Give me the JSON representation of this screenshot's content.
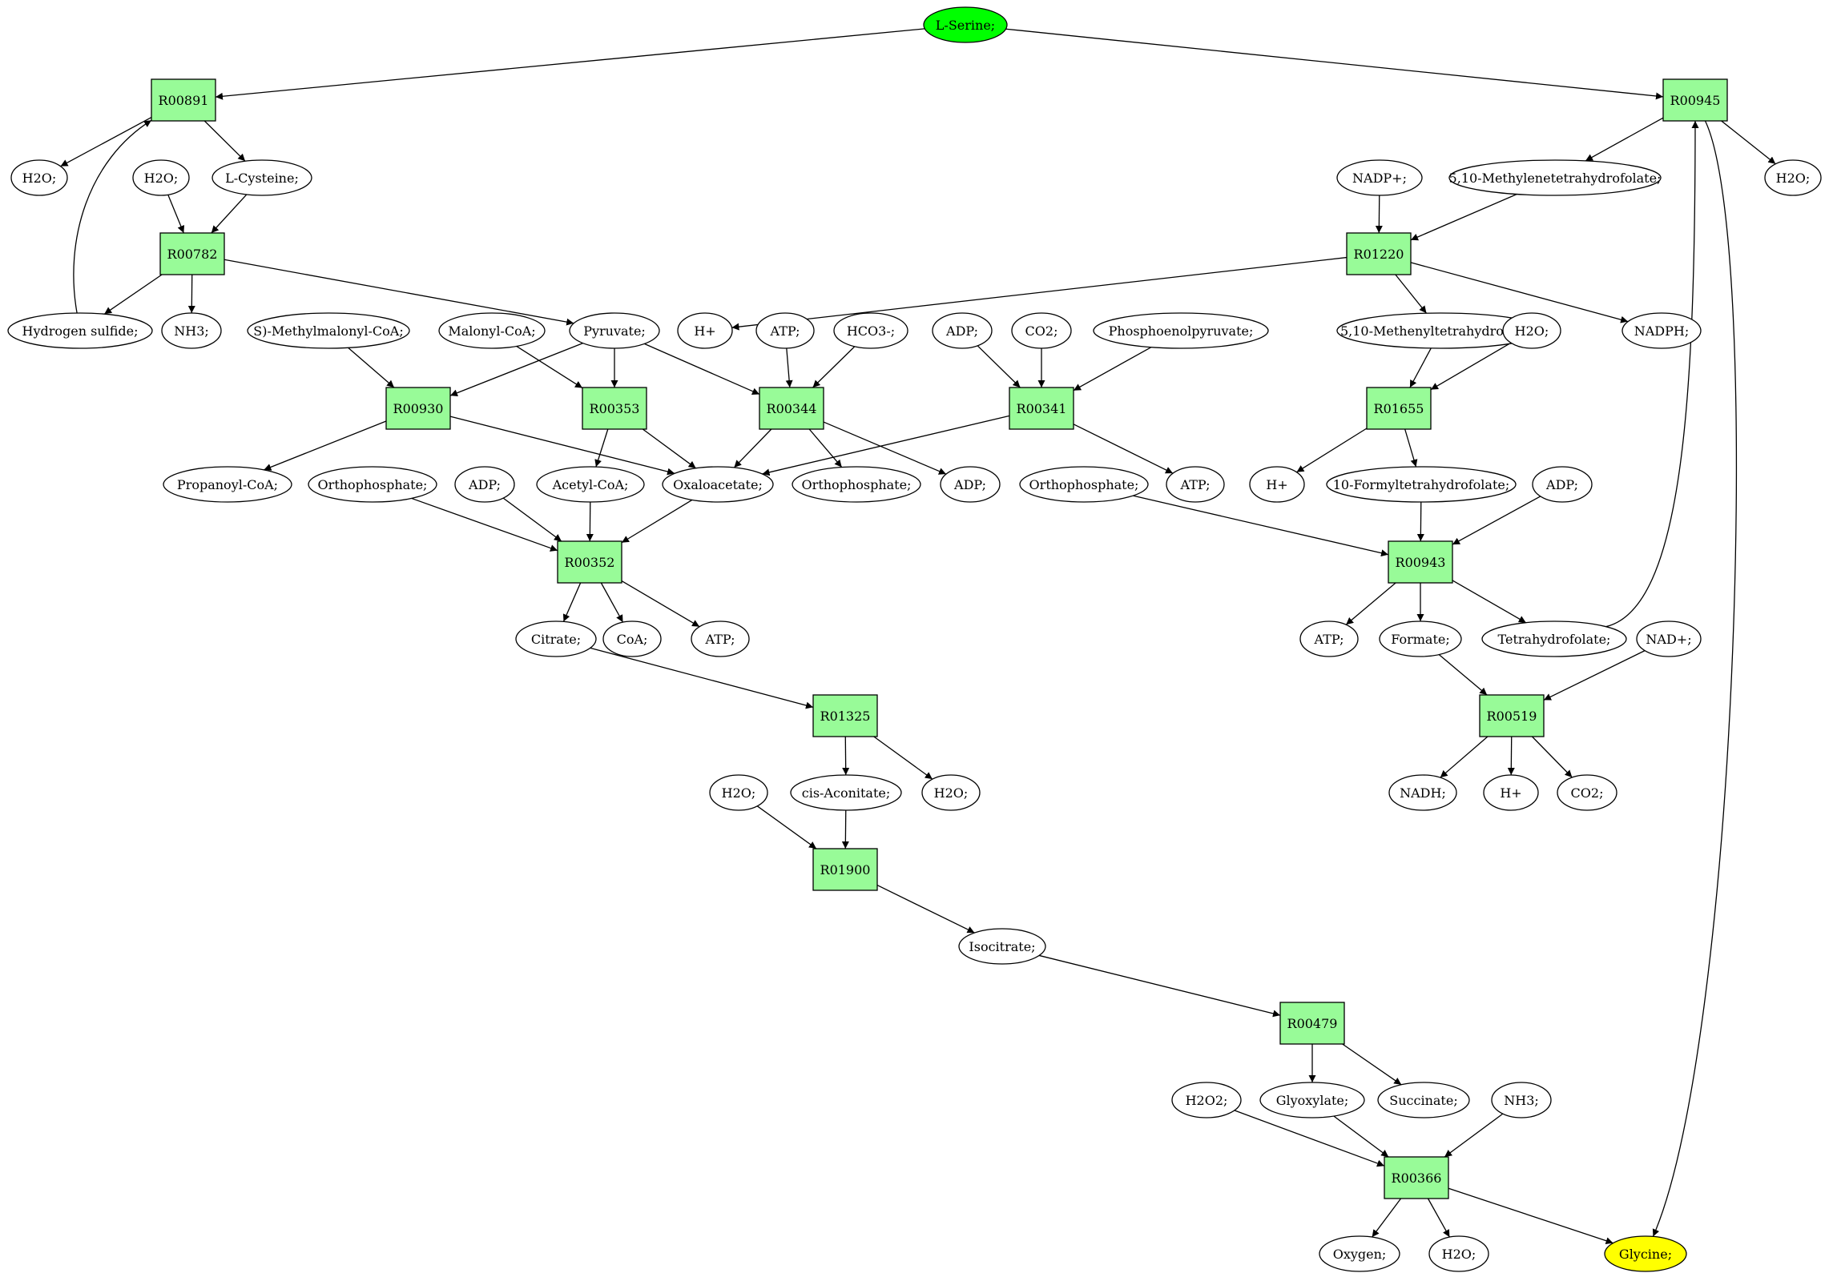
{
  "graph": {
    "colors": {
      "start": "#00ff00",
      "end": "#ffff00",
      "reaction": "#98fb98",
      "compound": "#ffffff",
      "line": "#000000"
    },
    "nodes": [
      {
        "id": "serine",
        "label": "L-Serine;",
        "kind": "start"
      },
      {
        "id": "r00891",
        "label": "R00891",
        "kind": "reaction"
      },
      {
        "id": "r00945",
        "label": "R00945",
        "kind": "reaction"
      },
      {
        "id": "h2o_a",
        "label": "H2O;",
        "kind": "compound"
      },
      {
        "id": "h2o_b",
        "label": "H2O;",
        "kind": "compound"
      },
      {
        "id": "cysteine",
        "label": "L-Cysteine;",
        "kind": "compound"
      },
      {
        "id": "nadp",
        "label": "NADP+;",
        "kind": "compound"
      },
      {
        "id": "methylene_thf",
        "label": "5,10-Methylenetetrahydrofolate;",
        "kind": "compound"
      },
      {
        "id": "h2o_c",
        "label": "H2O;",
        "kind": "compound"
      },
      {
        "id": "r00782",
        "label": "R00782",
        "kind": "reaction"
      },
      {
        "id": "r01220",
        "label": "R01220",
        "kind": "reaction"
      },
      {
        "id": "h2s",
        "label": "Hydrogen sulfide;",
        "kind": "compound"
      },
      {
        "id": "nh3_a",
        "label": "NH3;",
        "kind": "compound"
      },
      {
        "id": "methylmalonyl",
        "label": "S)-Methylmalonyl-CoA;",
        "kind": "compound"
      },
      {
        "id": "malonyl",
        "label": "Malonyl-CoA;",
        "kind": "compound"
      },
      {
        "id": "pyruvate",
        "label": "Pyruvate;",
        "kind": "compound"
      },
      {
        "id": "hplus_a",
        "label": "H+",
        "kind": "compound"
      },
      {
        "id": "atp_a",
        "label": "ATP;",
        "kind": "compound"
      },
      {
        "id": "hco3",
        "label": "HCO3-;",
        "kind": "compound"
      },
      {
        "id": "adp_a",
        "label": "ADP;",
        "kind": "compound"
      },
      {
        "id": "co2_a",
        "label": "CO2;",
        "kind": "compound"
      },
      {
        "id": "pep",
        "label": "Phosphoenolpyruvate;",
        "kind": "compound"
      },
      {
        "id": "methenyl_thf",
        "label": "5,10-Methenyltetrahydrofolate",
        "kind": "compound"
      },
      {
        "id": "h2o_d",
        "label": "H2O;",
        "kind": "compound"
      },
      {
        "id": "nadph",
        "label": "NADPH;",
        "kind": "compound"
      },
      {
        "id": "r00930",
        "label": "R00930",
        "kind": "reaction"
      },
      {
        "id": "r00353",
        "label": "R00353",
        "kind": "reaction"
      },
      {
        "id": "r00344",
        "label": "R00344",
        "kind": "reaction"
      },
      {
        "id": "r00341",
        "label": "R00341",
        "kind": "reaction"
      },
      {
        "id": "r01655",
        "label": "R01655",
        "kind": "reaction"
      },
      {
        "id": "propanoyl",
        "label": "Propanoyl-CoA;",
        "kind": "compound"
      },
      {
        "id": "ortho_a",
        "label": "Orthophosphate;",
        "kind": "compound"
      },
      {
        "id": "adp_b",
        "label": "ADP;",
        "kind": "compound"
      },
      {
        "id": "acetyl",
        "label": "Acetyl-CoA;",
        "kind": "compound"
      },
      {
        "id": "oxaloacetate",
        "label": "Oxaloacetate;",
        "kind": "compound"
      },
      {
        "id": "ortho_b",
        "label": "Orthophosphate;",
        "kind": "compound"
      },
      {
        "id": "adp_c",
        "label": "ADP;",
        "kind": "compound"
      },
      {
        "id": "ortho_c",
        "label": "Orthophosphate;",
        "kind": "compound"
      },
      {
        "id": "atp_b",
        "label": "ATP;",
        "kind": "compound"
      },
      {
        "id": "hplus_b",
        "label": "H+",
        "kind": "compound"
      },
      {
        "id": "formyl_thf",
        "label": "10-Formyltetrahydrofolate;",
        "kind": "compound"
      },
      {
        "id": "adp_d",
        "label": "ADP;",
        "kind": "compound"
      },
      {
        "id": "r00352",
        "label": "R00352",
        "kind": "reaction"
      },
      {
        "id": "r00943",
        "label": "R00943",
        "kind": "reaction"
      },
      {
        "id": "citrate",
        "label": "Citrate;",
        "kind": "compound"
      },
      {
        "id": "coa",
        "label": "CoA;",
        "kind": "compound"
      },
      {
        "id": "atp_c",
        "label": "ATP;",
        "kind": "compound"
      },
      {
        "id": "atp_d",
        "label": "ATP;",
        "kind": "compound"
      },
      {
        "id": "formate",
        "label": "Formate;",
        "kind": "compound"
      },
      {
        "id": "thf",
        "label": "Tetrahydrofolate;",
        "kind": "compound"
      },
      {
        "id": "nad",
        "label": "NAD+;",
        "kind": "compound"
      },
      {
        "id": "r01325",
        "label": "R01325",
        "kind": "reaction"
      },
      {
        "id": "r00519",
        "label": "R00519",
        "kind": "reaction"
      },
      {
        "id": "h2o_e",
        "label": "H2O;",
        "kind": "compound"
      },
      {
        "id": "cis_aconitate",
        "label": "cis-Aconitate;",
        "kind": "compound"
      },
      {
        "id": "h2o_f",
        "label": "H2O;",
        "kind": "compound"
      },
      {
        "id": "nadh",
        "label": "NADH;",
        "kind": "compound"
      },
      {
        "id": "hplus_c",
        "label": "H+",
        "kind": "compound"
      },
      {
        "id": "co2_b",
        "label": "CO2;",
        "kind": "compound"
      },
      {
        "id": "r01900",
        "label": "R01900",
        "kind": "reaction"
      },
      {
        "id": "isocitrate",
        "label": "Isocitrate;",
        "kind": "compound"
      },
      {
        "id": "r00479",
        "label": "R00479",
        "kind": "reaction"
      },
      {
        "id": "h2o2",
        "label": "H2O2;",
        "kind": "compound"
      },
      {
        "id": "glyoxylate",
        "label": "Glyoxylate;",
        "kind": "compound"
      },
      {
        "id": "succinate",
        "label": "Succinate;",
        "kind": "compound"
      },
      {
        "id": "nh3_b",
        "label": "NH3;",
        "kind": "compound"
      },
      {
        "id": "r00366",
        "label": "R00366",
        "kind": "reaction"
      },
      {
        "id": "oxygen",
        "label": "Oxygen;",
        "kind": "compound"
      },
      {
        "id": "h2o_g",
        "label": "H2O;",
        "kind": "compound"
      },
      {
        "id": "glycine",
        "label": "Glycine;",
        "kind": "end"
      }
    ],
    "edges": [
      [
        "serine",
        "r00891"
      ],
      [
        "serine",
        "r00945"
      ],
      [
        "r00891",
        "h2o_a"
      ],
      [
        "r00891",
        "cysteine"
      ],
      [
        "h2o_b",
        "r00782"
      ],
      [
        "cysteine",
        "r00782"
      ],
      [
        "h2s",
        "r00891"
      ],
      [
        "r00945",
        "methylene_thf"
      ],
      [
        "r00945",
        "h2o_c"
      ],
      [
        "r00945",
        "glycine"
      ],
      [
        "thf",
        "r00945"
      ],
      [
        "nadp",
        "r01220"
      ],
      [
        "methylene_thf",
        "r01220"
      ],
      [
        "r00782",
        "h2s"
      ],
      [
        "r00782",
        "nh3_a"
      ],
      [
        "r00782",
        "pyruvate"
      ],
      [
        "r01220",
        "hplus_a"
      ],
      [
        "r01220",
        "methenyl_thf"
      ],
      [
        "r01220",
        "nadph"
      ],
      [
        "methylmalonyl",
        "r00930"
      ],
      [
        "pyruvate",
        "r00930"
      ],
      [
        "malonyl",
        "r00353"
      ],
      [
        "pyruvate",
        "r00353"
      ],
      [
        "pyruvate",
        "r00344"
      ],
      [
        "atp_a",
        "r00344"
      ],
      [
        "hco3",
        "r00344"
      ],
      [
        "adp_a",
        "r00341"
      ],
      [
        "co2_a",
        "r00341"
      ],
      [
        "pep",
        "r00341"
      ],
      [
        "methenyl_thf",
        "r01655"
      ],
      [
        "h2o_d",
        "r01655"
      ],
      [
        "r00930",
        "propanoyl"
      ],
      [
        "r00930",
        "oxaloacetate"
      ],
      [
        "r00353",
        "acetyl"
      ],
      [
        "r00353",
        "oxaloacetate"
      ],
      [
        "r00344",
        "oxaloacetate"
      ],
      [
        "r00344",
        "ortho_b"
      ],
      [
        "r00344",
        "adp_c"
      ],
      [
        "r00341",
        "oxaloacetate"
      ],
      [
        "r00341",
        "atp_b"
      ],
      [
        "r01655",
        "hplus_b"
      ],
      [
        "r01655",
        "formyl_thf"
      ],
      [
        "ortho_a",
        "r00352"
      ],
      [
        "adp_b",
        "r00352"
      ],
      [
        "acetyl",
        "r00352"
      ],
      [
        "oxaloacetate",
        "r00352"
      ],
      [
        "ortho_c",
        "r00943"
      ],
      [
        "formyl_thf",
        "r00943"
      ],
      [
        "adp_d",
        "r00943"
      ],
      [
        "r00352",
        "citrate"
      ],
      [
        "r00352",
        "coa"
      ],
      [
        "r00352",
        "atp_c"
      ],
      [
        "r00943",
        "atp_d"
      ],
      [
        "r00943",
        "formate"
      ],
      [
        "r00943",
        "thf"
      ],
      [
        "citrate",
        "r01325"
      ],
      [
        "formate",
        "r00519"
      ],
      [
        "nad",
        "r00519"
      ],
      [
        "r01325",
        "cis_aconitate"
      ],
      [
        "r01325",
        "h2o_f"
      ],
      [
        "r00519",
        "nadh"
      ],
      [
        "r00519",
        "hplus_c"
      ],
      [
        "r00519",
        "co2_b"
      ],
      [
        "h2o_e",
        "r01900"
      ],
      [
        "cis_aconitate",
        "r01900"
      ],
      [
        "r01900",
        "isocitrate"
      ],
      [
        "isocitrate",
        "r00479"
      ],
      [
        "r00479",
        "glyoxylate"
      ],
      [
        "r00479",
        "succinate"
      ],
      [
        "h2o2",
        "r00366"
      ],
      [
        "glyoxylate",
        "r00366"
      ],
      [
        "nh3_b",
        "r00366"
      ],
      [
        "r00366",
        "oxygen"
      ],
      [
        "r00366",
        "h2o_g"
      ],
      [
        "r00366",
        "glycine"
      ]
    ]
  }
}
